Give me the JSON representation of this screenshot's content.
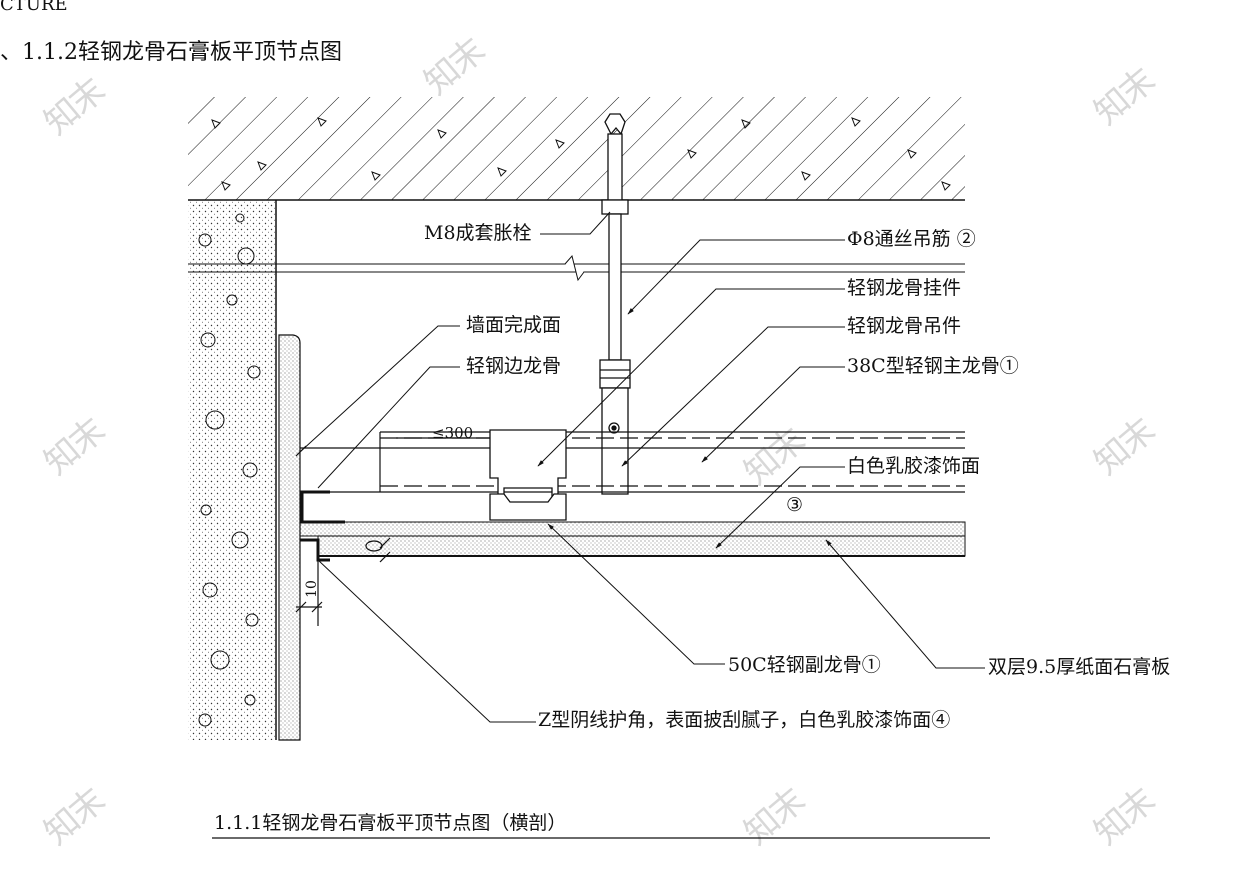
{
  "header": {
    "cut_text": "CTURE",
    "section_title": "、1.1.2轻钢龙骨石膏板平顶节点图"
  },
  "labels": {
    "expansion_bolt": "M8成套胀栓",
    "hanger_rod": "Φ8通丝吊筋 ②",
    "hanger_fitting": "轻钢龙骨挂件",
    "hanger_piece": "轻钢龙骨吊件",
    "wall_finish": "墙面完成面",
    "edge_keel": "轻钢边龙骨",
    "main_keel": "38C型轻钢主龙骨①",
    "latex_finish": "白色乳胶漆饰面",
    "circle_3": "③",
    "spacing": "≤300",
    "gap": "10",
    "sub_keel": "50C轻钢副龙骨①",
    "gypsum_board": "双层9.5厚纸面石膏板",
    "z_corner": "Z型阴线护角，表面披刮腻子，白色乳胶漆饰面④"
  },
  "caption": "1.1.1轻钢龙骨石膏板平顶节点图（横剖）",
  "watermark": "知末",
  "colors": {
    "line": "#111111",
    "watermark": "#d8d8d8"
  }
}
